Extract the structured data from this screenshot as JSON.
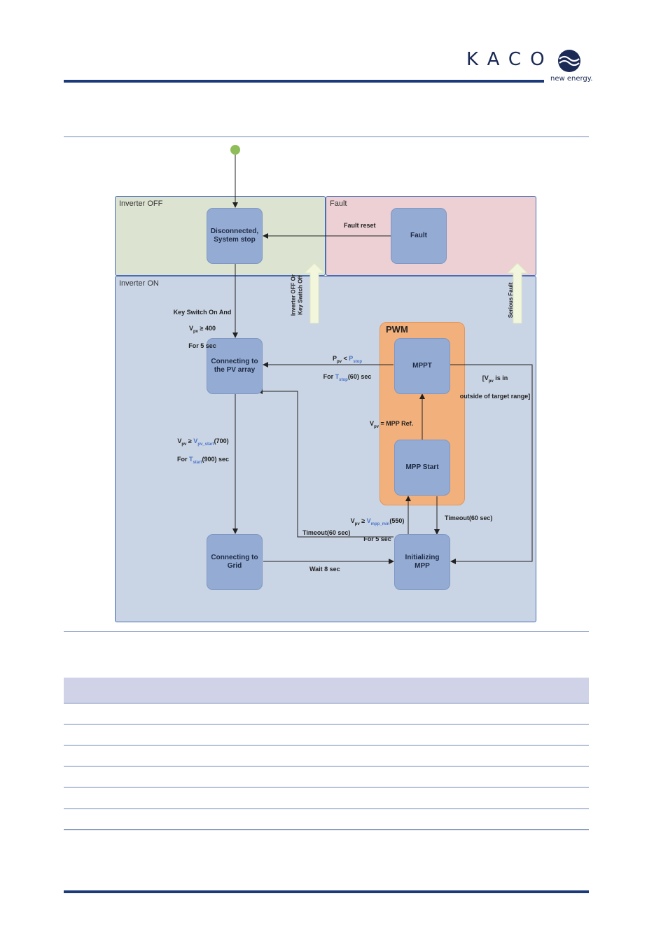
{
  "header": {
    "logo": "KACO",
    "tagline": "new energy."
  },
  "diagram": {
    "regions": {
      "inverter_off": "Inverter OFF",
      "fault": "Fault",
      "inverter_on": "Inverter ON",
      "pwm": "PWM"
    },
    "states": {
      "disconnected": "Disconnected,\nSystem stop",
      "fault": "Fault",
      "connecting_pv": "Connecting to\nthe PV array",
      "mppt": "MPPT",
      "mpp_start": "MPP Start",
      "connecting_grid": "Connecting to\nGrid",
      "initializing_mpp": "Initializing\nMPP"
    },
    "transitions": {
      "fault_reset": "Fault reset",
      "key_switch_line1": "Key Switch On And",
      "key_switch_v": "V",
      "key_switch_sub": "pv",
      "key_switch_val": " ≥ 400",
      "key_switch_line3": "For 5 sec",
      "inverter_off_or_key": "Inverter OFF Or\nKey Switch Off",
      "serious_fault": "Serious Fault",
      "ppv_p": "P",
      "ppv_sub": "pv",
      "ppv_lt": " < ",
      "ppv_pstop": "P",
      "ppv_pstop_sub": "stop",
      "ppv_for": "For ",
      "ppv_t": "T",
      "ppv_t_sub": "stop",
      "ppv_tail": "(60) sec",
      "vpv_range_line1": "[V",
      "vpv_range_sub": "pv",
      "vpv_range_line1b": " is in",
      "vpv_range_line2": "outside of target range]",
      "vpv_mpp_v": "V",
      "vpv_mpp_sub": "pv",
      "vpv_mpp_tail": " = MPP Ref.",
      "vstart_v": "V",
      "vstart_sub": "pv",
      "vstart_ge": " ≥ ",
      "vstart_ref": "V",
      "vstart_ref_sub": "pv_start",
      "vstart_val": "(700)",
      "tstart_for": "For ",
      "tstart_t": "T",
      "tstart_sub": "start",
      "tstart_val": "(900) sec",
      "vmpp_v": "V",
      "vmpp_sub": "pv",
      "vmpp_ge": " ≥ ",
      "vmpp_ref": "V",
      "vmpp_ref_sub": "mpp_min",
      "vmpp_val": "(550)",
      "vmpp_for": "For 5 sec",
      "timeout_right": "Timeout(60 sec)",
      "timeout_left": "Timeout(60 sec)",
      "wait": "Wait 8 sec"
    }
  },
  "colors": {
    "inverter_off_bg": "#dce3d1",
    "fault_bg": "#ecd0d3",
    "inverter_on_bg": "#c9d4e4",
    "pwm_bg": "#f2b07c",
    "state_bg": "#94abd3",
    "brand": "#1b2a55"
  }
}
